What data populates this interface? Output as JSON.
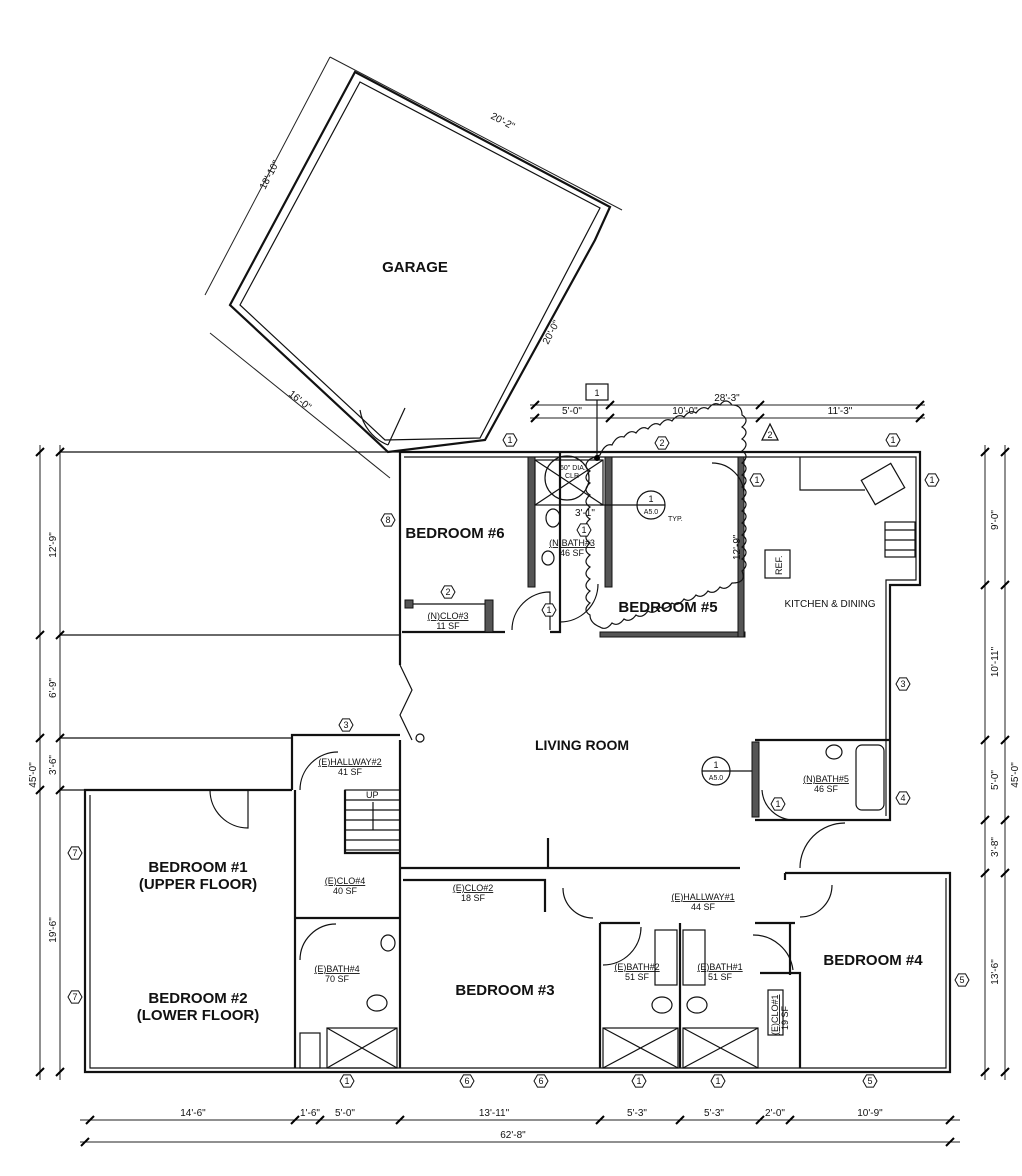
{
  "rooms": {
    "garage": "GARAGE",
    "bedroom6": "BEDROOM #6",
    "bedroom5": "BEDROOM #5",
    "kitchen": "KITCHEN & DINING",
    "living": "LIVING ROOM",
    "bedroom1a": "BEDROOM #1",
    "bedroom1b": "(UPPER FLOOR)",
    "bedroom2a": "BEDROOM #2",
    "bedroom2b": "(LOWER FLOOR)",
    "bedroom3": "BEDROOM #3",
    "bedroom4": "BEDROOM #4"
  },
  "spaces": {
    "bath3": {
      "name": "(N)BATH#3",
      "area": "46 SF"
    },
    "clo3": {
      "name": "(N)CLO#3",
      "area": "11 SF"
    },
    "hall2": {
      "name": "(E)HALLWAY#2",
      "area": "41 SF"
    },
    "clo4": {
      "name": "(E)CLO#4",
      "area": "40 SF"
    },
    "bath4": {
      "name": "(E)BATH#4",
      "area": "70 SF"
    },
    "clo2": {
      "name": "(E)CLO#2",
      "area": "18 SF"
    },
    "hall1": {
      "name": "(E)HALLWAY#1",
      "area": "44 SF"
    },
    "bath2": {
      "name": "(E)BATH#2",
      "area": "51 SF"
    },
    "bath1": {
      "name": "(E)BATH#1",
      "area": "51 SF"
    },
    "clo1": {
      "name": "(E)CLO#1",
      "area": "19 SF"
    },
    "bath5": {
      "name": "(N)BATH#5",
      "area": "46 SF"
    }
  },
  "notes": {
    "up": "UP",
    "ref": "REF.",
    "dia": "60\" DIA.",
    "clr": "CLR",
    "typ": "TYP.",
    "dim31": "3'-1\"",
    "dim129": "12'-9\"",
    "sec_num": "1",
    "sec_sheet": "A5.0",
    "keynote": "1",
    "rev": "2"
  },
  "dims": {
    "garage_top": "20'-2\"",
    "garage_left": "18'-10\"",
    "garage_bottom": "16'-0\"",
    "garage_right": "20'-0\"",
    "top_total": "28'-3\"",
    "top": [
      "5'-0\"",
      "10'-0\"",
      "11'-3\""
    ],
    "left_total": "45'-0\"",
    "left": [
      "12'-9\"",
      "6'-9\"",
      "3'-6\"",
      "19'-6\""
    ],
    "right_total": "45'-0\"",
    "right": [
      "9'-0\"",
      "10'-11\"",
      "5'-0\"",
      "3'-8\"",
      "13'-6\""
    ],
    "bottom": [
      "14'-6\"",
      "1'-6\"",
      "5'-0\"",
      "13'-11\"",
      "5'-3\"",
      "5'-3\"",
      "2'-0\"",
      "10'-9\""
    ],
    "bottom_total": "62'-8\""
  },
  "tags": [
    "1",
    "2",
    "1",
    "1",
    "8",
    "2",
    "1",
    "1",
    "1",
    "3",
    "3",
    "4",
    "1",
    "7",
    "7",
    "5",
    "1",
    "6",
    "6",
    "1",
    "1",
    "5"
  ]
}
